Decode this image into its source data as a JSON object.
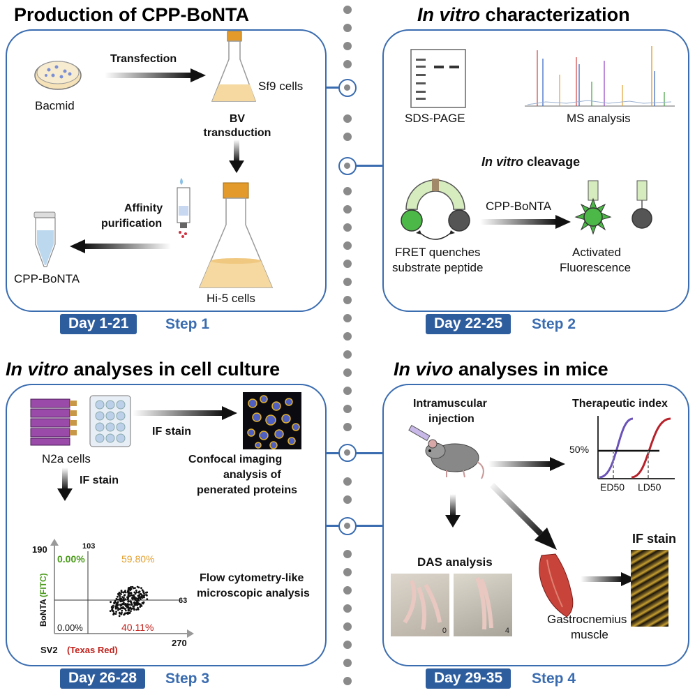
{
  "panels": [
    {
      "id": "step1",
      "title": "Production of CPP-BoNTA",
      "day": "Day 1-21",
      "step": "Step 1",
      "labels": {
        "bacmid": "Bacmid",
        "transfection": "Transfection",
        "sf9": "Sf9 cells",
        "bv1": "BV",
        "bv2": "transduction",
        "affinity1": "Affinity",
        "affinity2": "purification",
        "cpp": "CPP-BoNTA",
        "hi5": "Hi-5 cells"
      }
    },
    {
      "id": "step2",
      "title_italic": "In vitro",
      "title_rest": " characterization",
      "day": "Day 22-25",
      "step": "Step 2",
      "labels": {
        "sds": "SDS-PAGE",
        "ms": "MS analysis",
        "cleavage_italic": "In vitro",
        "cleavage_rest": " cleavage",
        "cpp": "CPP-BoNTA",
        "fret1": "FRET quenches",
        "fret2": "substrate peptide",
        "act1": "Activated",
        "act2": "Fluorescence"
      }
    },
    {
      "id": "step3",
      "title_italic": "In vitro",
      "title_rest": " analyses in cell culture",
      "day": "Day 26-28",
      "step": "Step 3",
      "labels": {
        "n2a": "N2a cells",
        "if_stain_top": "IF stain",
        "if_stain_down": "IF stain",
        "confocal1": "Confocal imaging",
        "confocal2": "analysis of",
        "confocal3": "penerated proteins",
        "flow1": "Flow cytometry-like",
        "flow2": "microscopic analysis"
      },
      "flow_plot": {
        "y_max": "190",
        "x_max": "270",
        "x_gate": "103",
        "y_gate": "63",
        "q_upper_left": "0.00%",
        "q_upper_right": "59.80%",
        "q_lower_left": "0.00%",
        "q_lower_right": "40.11%",
        "y_label_a": "BoNTA",
        "y_label_b": "(FITC)",
        "x_label_a": "SV2",
        "x_label_b": "(Texas Red)",
        "colors": {
          "green": "#4a9a1a",
          "orange": "#e0a030",
          "red": "#c0201a"
        }
      }
    },
    {
      "id": "step4",
      "title_italic": "In vivo",
      "title_rest": " analyses in mice",
      "day": "Day 29-35",
      "step": "Step 4",
      "labels": {
        "im1": "Intramuscular",
        "im2": "injection",
        "ti": "Therapeutic index",
        "fifty": "50%",
        "ed50": "ED50",
        "ld50": "LD50",
        "das": "DAS analysis",
        "das_score_a": "0",
        "das_score_b": "4",
        "if_stain": "IF stain",
        "gastro1": "Gastrocnemius",
        "gastro2": "muscle"
      }
    }
  ],
  "colors": {
    "accent_blue": "#3a6cb0",
    "badge_blue": "#2e5d9e",
    "dot_gray": "#8a8a8a"
  }
}
